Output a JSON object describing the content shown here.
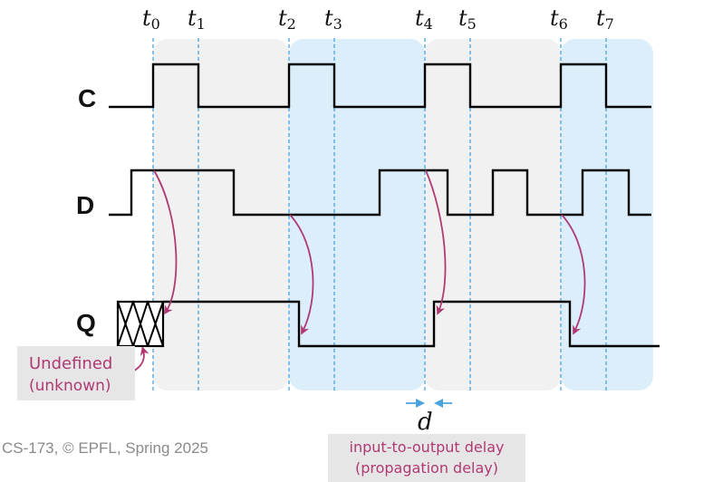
{
  "time_labels": [
    {
      "base": "t",
      "sub": "0"
    },
    {
      "base": "t",
      "sub": "1"
    },
    {
      "base": "t",
      "sub": "2"
    },
    {
      "base": "t",
      "sub": "3"
    },
    {
      "base": "t",
      "sub": "4"
    },
    {
      "base": "t",
      "sub": "5"
    },
    {
      "base": "t",
      "sub": "6"
    },
    {
      "base": "t",
      "sub": "7"
    }
  ],
  "signals": {
    "clock": "C",
    "data": "D",
    "output": "Q"
  },
  "annotations": {
    "undefined_line1": "Undefined",
    "undefined_line2": "(unknown)",
    "delay_symbol": "d",
    "delay_line1": "input-to-output delay",
    "delay_line2": "(propagation delay)"
  },
  "footer": "CS-173, © EPFL, Spring 2025",
  "colors": {
    "band_gray": "#f1f1f1",
    "band_blue": "#dbeefa",
    "guide": "#4aa3df",
    "arrow": "#b03a73",
    "signal": "#000000",
    "label_box": "#e6e6e6"
  }
}
